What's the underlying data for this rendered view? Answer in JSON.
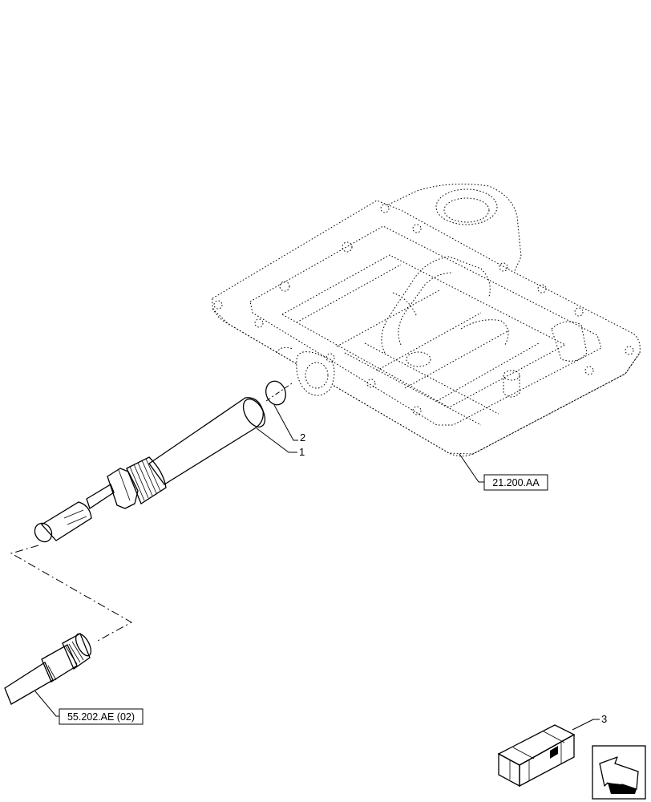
{
  "callouts": {
    "item_1": "1",
    "item_2": "2",
    "item_3": "3"
  },
  "references": {
    "housing_ref": "21.200.AA",
    "harness_ref": "55.202.AE (02)"
  }
}
